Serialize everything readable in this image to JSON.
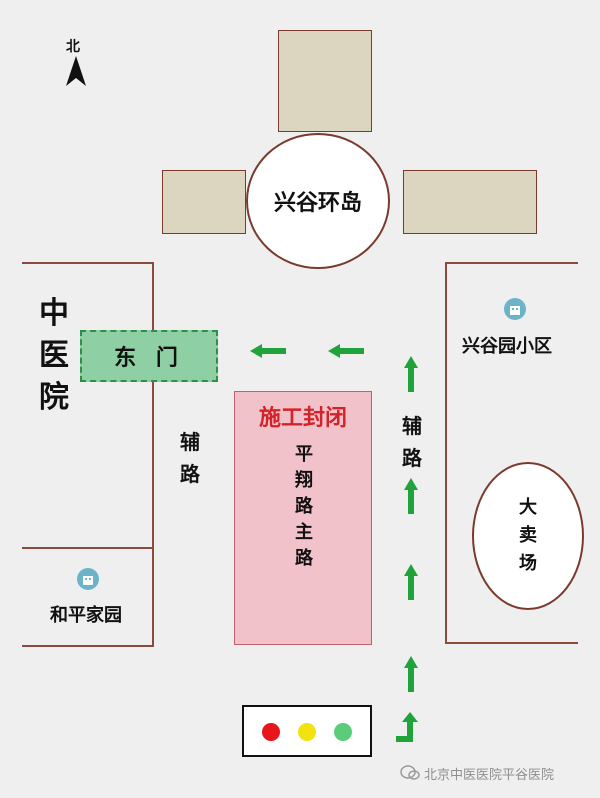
{
  "compass": {
    "label": "北"
  },
  "roundabout": {
    "label": "兴谷环岛"
  },
  "hospital": {
    "name": "中医院",
    "chars": [
      "中",
      "医",
      "院"
    ]
  },
  "east_gate": {
    "label": "东 门"
  },
  "closure": {
    "label": "施工封闭",
    "road_chars": [
      "平",
      "翔",
      "路",
      "主",
      "路"
    ]
  },
  "left_aux_road": {
    "chars": [
      "辅",
      "路"
    ]
  },
  "right_aux_road": {
    "chars": [
      "辅",
      "路"
    ]
  },
  "community_right": {
    "label": "兴谷园小区"
  },
  "community_left": {
    "label": "和平家园"
  },
  "market": {
    "chars": [
      "大",
      "卖",
      "场"
    ]
  },
  "watermark": {
    "text": "北京中医医院平谷医院"
  },
  "colors": {
    "closure_fill": "#f1c2c9",
    "closure_text": "#d2232a",
    "gate_fill": "#8fcfa4",
    "arrow": "#1fa33a",
    "block": "#dcd6c0",
    "border": "#7a3b2e"
  },
  "traffic_light": {
    "lights": [
      "#e8161b",
      "#f2e210",
      "#5ccc78"
    ]
  }
}
